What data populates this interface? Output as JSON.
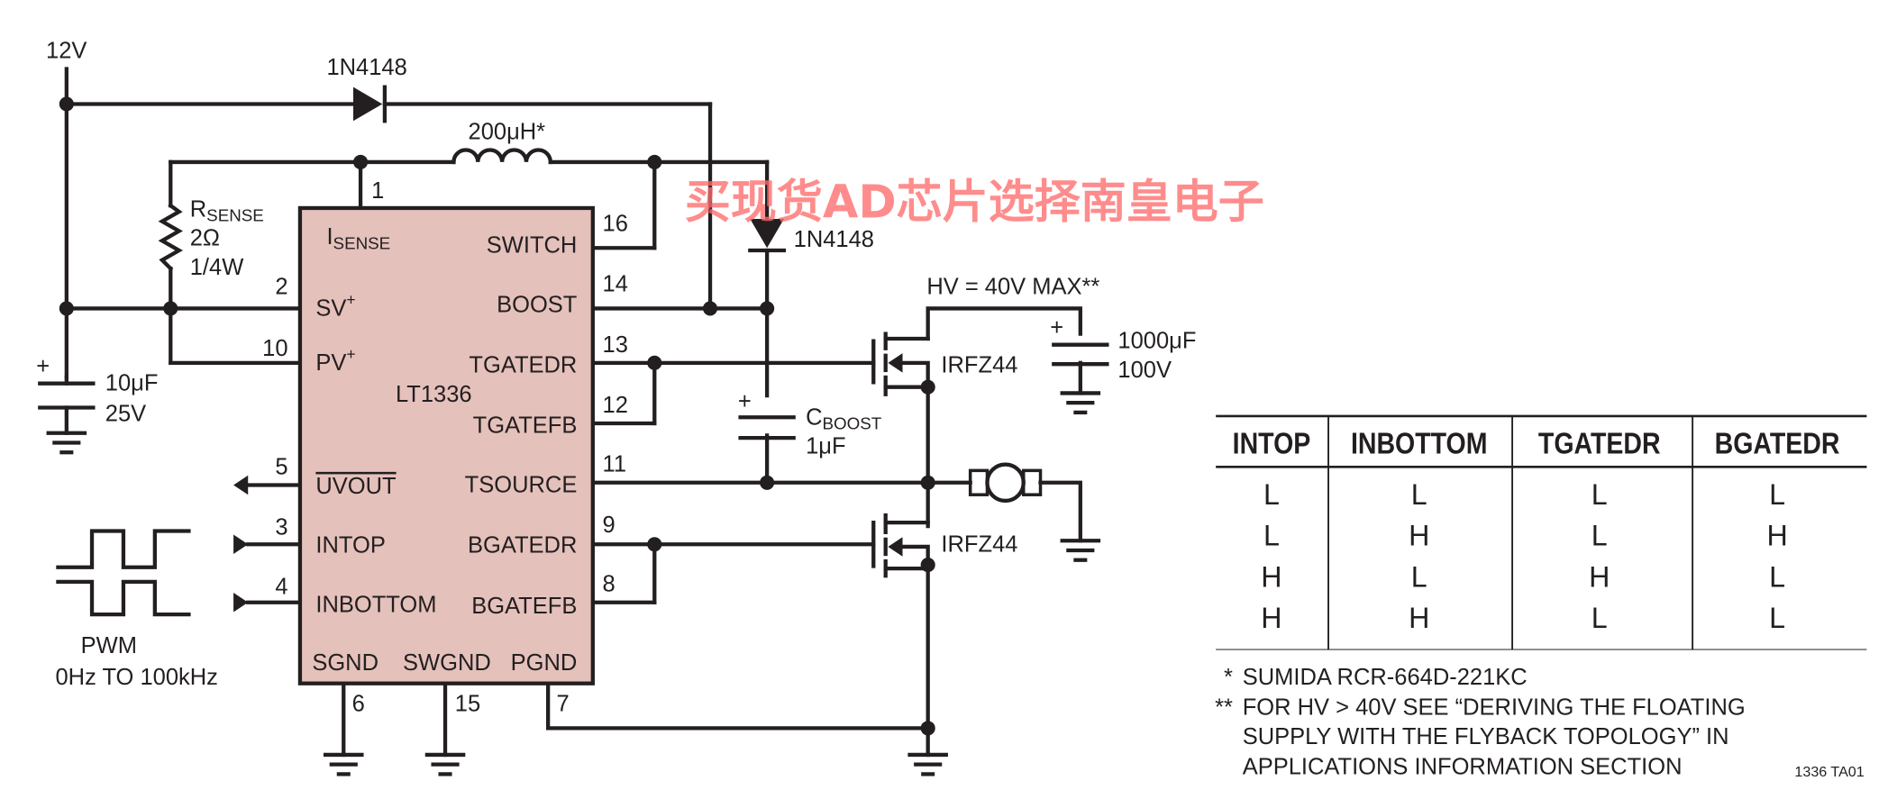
{
  "diagram": {
    "watermark": "买现货AD芯片选择南皇电子",
    "figure_id": "1336 TA01",
    "supply": {
      "label": "12V"
    },
    "diode_top": {
      "label": "1N4148"
    },
    "diode_boost": {
      "label": "1N4148"
    },
    "inductor": {
      "label": "200μH*"
    },
    "rsense": {
      "name_main": "R",
      "name_sub": "SENSE",
      "value": "2Ω",
      "power": "1/4W"
    },
    "cap_input": {
      "value": "10μF",
      "voltage": "25V",
      "polarity": "+"
    },
    "cap_boost": {
      "name_main": "C",
      "name_sub": "BOOST",
      "value": "1μF",
      "polarity": "+"
    },
    "cap_hv": {
      "value": "1000μF",
      "voltage": "100V",
      "polarity": "+"
    },
    "hv_label": "HV = 40V MAX**",
    "mosfet_top": {
      "label": "IRFZ44"
    },
    "mosfet_bottom": {
      "label": "IRFZ44"
    },
    "pwm": {
      "label": "PWM",
      "range": "0Hz TO 100kHz"
    },
    "chip": {
      "part": "LT1336",
      "pins_left": [
        {
          "num": "2",
          "name": "SV",
          "sup": "+"
        },
        {
          "num": "10",
          "name": "PV",
          "sup": "+"
        },
        {
          "num": "5",
          "name": "UVOUT",
          "overline": true
        },
        {
          "num": "3",
          "name": "INTOP"
        },
        {
          "num": "4",
          "name": "INBOTTOM"
        }
      ],
      "pin_top": {
        "num": "1",
        "name_main": "I",
        "name_sub": "SENSE"
      },
      "pins_right": [
        {
          "num": "16",
          "name": "SWITCH"
        },
        {
          "num": "14",
          "name": "BOOST"
        },
        {
          "num": "13",
          "name": "TGATEDR"
        },
        {
          "num": "12",
          "name": "TGATEFB"
        },
        {
          "num": "11",
          "name": "TSOURCE"
        },
        {
          "num": "9",
          "name": "BGATEDR"
        },
        {
          "num": "8",
          "name": "BGATEFB"
        }
      ],
      "pins_bottom": [
        {
          "num": "6",
          "name": "SGND"
        },
        {
          "num": "15",
          "name": "SWGND"
        },
        {
          "num": "7",
          "name": "PGND"
        }
      ]
    }
  },
  "truth_table": {
    "headers": [
      "INTOP",
      "INBOTTOM",
      "TGATEDR",
      "BGATEDR"
    ],
    "rows": [
      [
        "L",
        "L",
        "L",
        "L"
      ],
      [
        "L",
        "H",
        "L",
        "H"
      ],
      [
        "H",
        "L",
        "H",
        "L"
      ],
      [
        "H",
        "H",
        "L",
        "L"
      ]
    ]
  },
  "notes": [
    {
      "marker": "*",
      "lines": [
        "SUMIDA RCR-664D-221KC"
      ]
    },
    {
      "marker": "**",
      "lines": [
        "FOR HV > 40V SEE “DERIVING THE FLOATING",
        "SUPPLY WITH THE FLYBACK TOPOLOGY” IN",
        "APPLICATIONS INFORMATION SECTION"
      ]
    }
  ]
}
